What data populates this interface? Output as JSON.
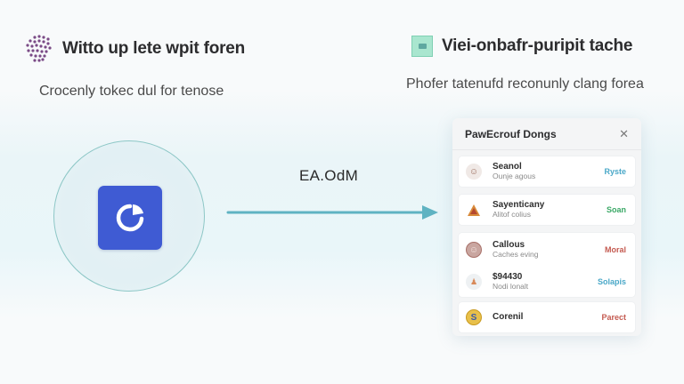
{
  "header_left": {
    "icon": "purple-dots-cluster-icon",
    "title": "Witto up lete wpit foren",
    "subtitle": "Crocenly tokec dul for tenose"
  },
  "header_right": {
    "icon": "mint-square-icon",
    "title": "Viei-onbafr-puripit tache",
    "subtitle": "Phofer tatenufd reconunly clang forea"
  },
  "source": {
    "icon": "pie-refresh-app-icon",
    "icon_color": "#3f5bd3",
    "ring_color": "#8dc7c6"
  },
  "arrow": {
    "label": "EA.OdM",
    "color": "#5fb3c2"
  },
  "panel": {
    "title": "PawEcrouf Dongs",
    "close_icon": "close-icon",
    "items": [
      {
        "name": "Seanol",
        "desc": "Ounje agous",
        "tag": "Ryste",
        "tag_color": "#4aa8c8",
        "avatar": "person-avatar"
      },
      {
        "name": "Sayenticany",
        "desc": "Alitof colius",
        "tag": "Soan",
        "tag_color": "#3aa866",
        "avatar": "warning-triangle-avatar"
      },
      {
        "name": "Callous",
        "desc": "Caches eving",
        "tag": "Moral",
        "tag_color": "#c45a50",
        "avatar": "person-avatar"
      },
      {
        "name": "$94430",
        "desc": "Nodi lonalt",
        "tag": "Solapis",
        "tag_color": "#4aa8c8",
        "avatar": "figure-avatar"
      },
      {
        "name": "Corenil",
        "desc": "",
        "tag": "Parect",
        "tag_color": "#c45a50",
        "avatar": "gold-coin-avatar"
      }
    ]
  }
}
